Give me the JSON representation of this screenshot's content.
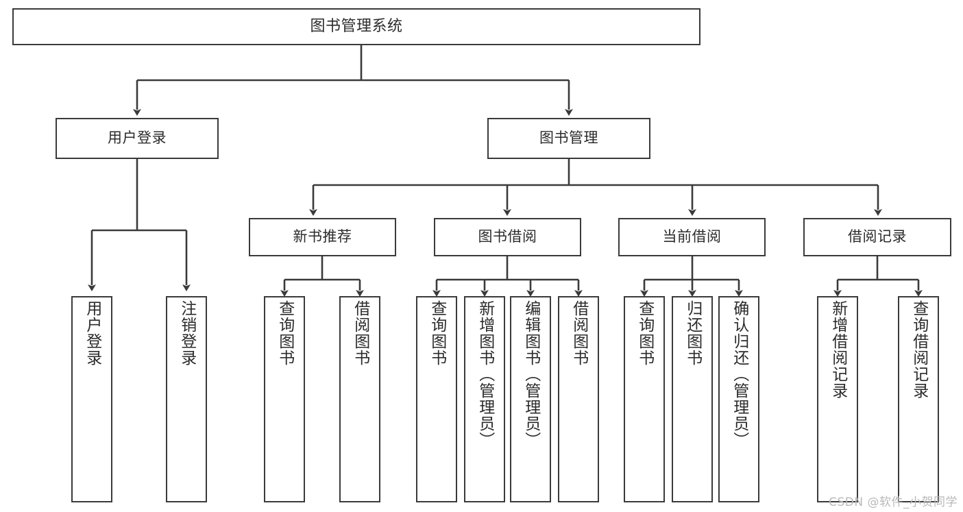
{
  "diagram": {
    "title": "图书管理系统",
    "type": "tree-hierarchy-diagram",
    "root": {
      "label": "图书管理系统"
    },
    "level2": [
      {
        "label": "用户登录"
      },
      {
        "label": "图书管理"
      }
    ],
    "level3": [
      {
        "label": "新书推荐"
      },
      {
        "label": "图书借阅"
      },
      {
        "label": "当前借阅"
      },
      {
        "label": "借阅记录"
      }
    ],
    "leaves": {
      "user_login": [
        {
          "label": "用户登录"
        },
        {
          "label": "注销登录"
        }
      ],
      "new_book_recommend": [
        {
          "label": "查询图书"
        },
        {
          "label": "借阅图书"
        }
      ],
      "book_borrow": [
        {
          "label": "查询图书"
        },
        {
          "label": "新增图书（管理员）"
        },
        {
          "label": "编辑图书（管理员）"
        },
        {
          "label": "借阅图书"
        }
      ],
      "current_borrow": [
        {
          "label": "查询图书"
        },
        {
          "label": "归还图书"
        },
        {
          "label": "确认归还（管理员）"
        }
      ],
      "borrow_record": [
        {
          "label": "新增借阅记录"
        },
        {
          "label": "查询借阅记录"
        }
      ]
    }
  },
  "watermark": {
    "text": "CSDN @软件_小贺同学"
  },
  "colors": {
    "stroke": "#3a3a3a",
    "text": "#2b2b2b",
    "background": "#ffffff",
    "watermark": "#b9b9b9"
  }
}
